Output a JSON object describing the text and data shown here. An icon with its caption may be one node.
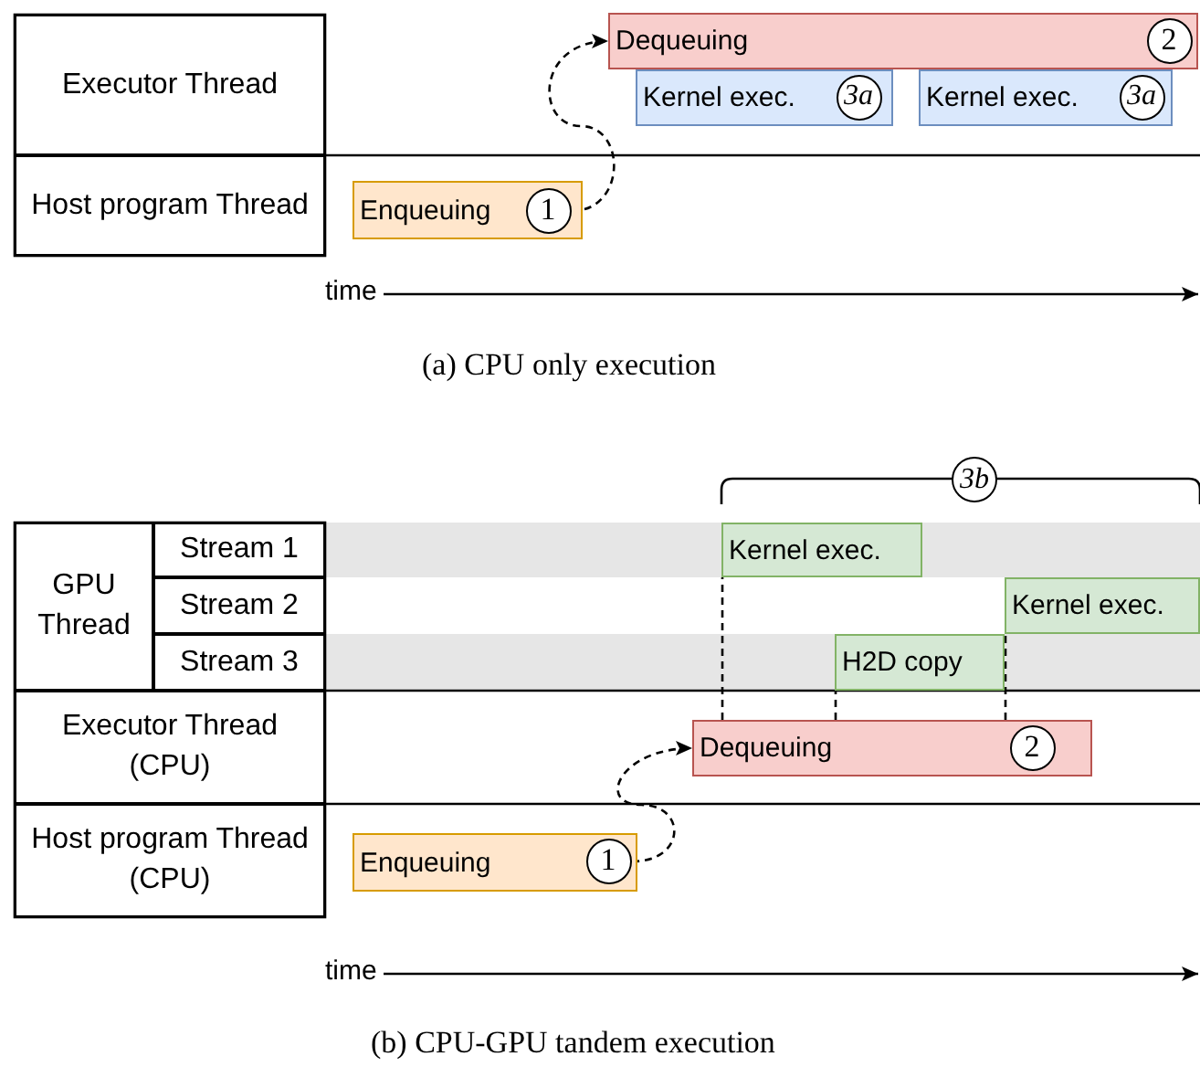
{
  "diagram": {
    "nodes": [
      {
        "text": [
          "Executor Thread"
        ]
      },
      {
        "text": [
          "Host program Thread"
        ]
      },
      {
        "text": [
          "Dequeuing"
        ]
      },
      {
        "text": [
          "2"
        ],
        "in": 2
      },
      {
        "text": [
          "Kernel exec."
        ]
      },
      {
        "text": [
          "3a"
        ],
        "in": 4
      },
      {
        "text": [
          "Kernel exec."
        ]
      },
      {
        "text": [
          "3a"
        ],
        "in": 6
      },
      {
        "text": [
          "Enqueuing"
        ]
      },
      {
        "text": [
          "1"
        ],
        "in": 8
      },
      {
        "text": [
          "GPU Thread"
        ]
      },
      {
        "text": [
          "Stream 1"
        ]
      },
      {
        "text": [
          "Stream 2"
        ]
      },
      {
        "text": [
          "Stream 3"
        ]
      },
      {
        "text": [
          "Executor Thread (CPU)"
        ]
      },
      {
        "text": [
          "Host program Thread (CPU)"
        ]
      },
      {
        "text": [
          "3b"
        ]
      },
      {
        "text": [
          "Kernel exec."
        ]
      },
      {
        "text": [
          "Kernel exec."
        ]
      },
      {
        "text": [
          "H2D copy"
        ]
      },
      {
        "text": [
          "Dequeuing"
        ]
      },
      {
        "text": [
          "2"
        ],
        "in": 20
      },
      {
        "text": [
          "Enqueuing"
        ]
      },
      {
        "text": [
          "1"
        ],
        "in": 22
      }
    ],
    "edges": [
      {
        "from": 9,
        "to": 2,
        "arrow": "to",
        "style": "dashed"
      },
      {
        "from": 23,
        "to": 20,
        "arrow": "to",
        "style": "dashed"
      },
      {
        "from": 20,
        "to": 17,
        "arrow": "none",
        "style": "dashed"
      },
      {
        "from": 20,
        "to": 19,
        "arrow": "none",
        "style": "dashed"
      },
      {
        "from": 20,
        "to": 18,
        "arrow": "none",
        "style": "dashed"
      }
    ],
    "labels": [
      "time",
      "(a) CPU only execution",
      "time",
      "(b) CPU-GPU tandem execution"
    ]
  }
}
